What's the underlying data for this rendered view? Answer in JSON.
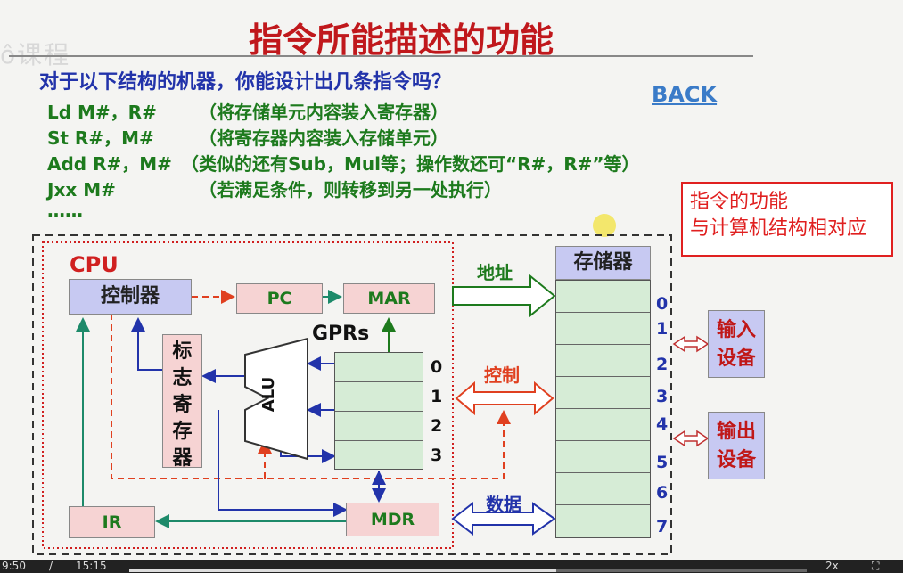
{
  "watermark": "ô课程",
  "title": "指令所能描述的功能",
  "question": "对于以下结构的机器，你能设计出几条指令吗？",
  "back_label": "BACK",
  "instructions": [
    {
      "op": "Ld M#，R#",
      "desc": "（将存储单元内容装入寄存器）"
    },
    {
      "op": "St R#，M#",
      "desc": "（将寄存器内容装入存储单元）"
    },
    {
      "op": "Add R#，M#",
      "desc": "（类似的还有Sub，Mul等；操作数还可“R#，R#”等）"
    },
    {
      "op": "Jxx M#",
      "desc": "（若满足条件，则转移到另一处执行）"
    }
  ],
  "ellipsis": "……",
  "note": {
    "line1": "指令的功能",
    "line2": "与计算机结构相对应"
  },
  "diagram": {
    "cpu_label": "CPU",
    "controller": "控制器",
    "pc": "PC",
    "mar": "MAR",
    "gprs_label": "GPRs",
    "alu": "ALU",
    "flags": "标志寄存器",
    "ir": "IR",
    "mdr": "MDR",
    "gpr_indices": [
      "0",
      "1",
      "2",
      "3"
    ],
    "memory": "存储器",
    "memory_indices": [
      "0",
      "1",
      "2",
      "3",
      "4",
      "5",
      "6",
      "7"
    ],
    "bus_address": "地址",
    "bus_control": "控制",
    "bus_data": "数据",
    "input_device": "输入设备",
    "output_device": "输出设备"
  },
  "video": {
    "current": "9:50",
    "separator": "/",
    "total": "15:15",
    "speed": "2x"
  },
  "colors": {
    "title": "#c0181c",
    "green_text": "#1d7a1d",
    "blue_text": "#2233aa",
    "red_dash": "#e04020"
  }
}
